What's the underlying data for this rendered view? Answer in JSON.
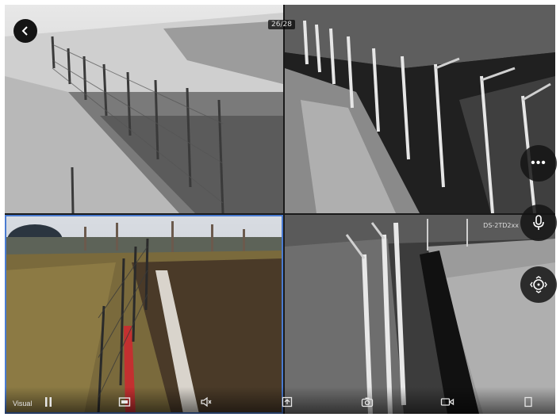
{
  "overlay": {
    "badge_text": "26/28",
    "channel_label": "DS-2TD2xx",
    "visual_label": "Visual"
  },
  "icons": {
    "back": "chevron-left-icon",
    "more": "more-dots-icon",
    "mic": "microphone-icon",
    "ptz": "ptz-crosshair-icon",
    "pause": "pause-icon",
    "layout": "layout-icon",
    "volume": "volume-mute-icon",
    "export": "export-icon",
    "snapshot": "camera-icon",
    "record": "video-record-icon",
    "fullscreen": "fullscreen-icon"
  },
  "colors": {
    "selected_pane_border": "#4a7bd1",
    "button_bg": "#141414"
  },
  "more_dots": "•••"
}
